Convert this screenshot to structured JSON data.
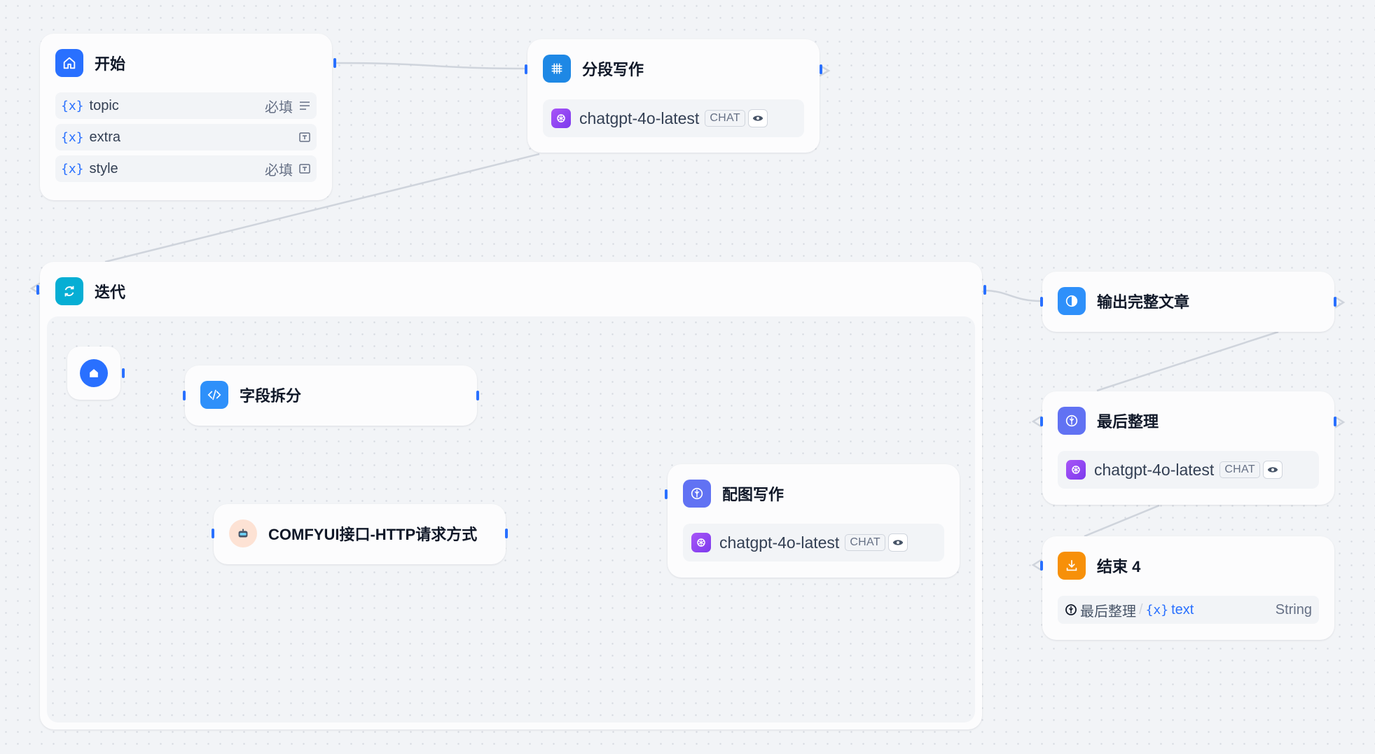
{
  "nodes": {
    "start": {
      "title": "开始",
      "vars": [
        {
          "name": "topic",
          "required": "必填"
        },
        {
          "name": "extra",
          "required": ""
        },
        {
          "name": "style",
          "required": "必填"
        }
      ]
    },
    "segment_write": {
      "title": "分段写作",
      "model": "chatgpt-4o-latest",
      "badge": "CHAT"
    },
    "iteration": {
      "title": "迭代"
    },
    "field_split": {
      "title": "字段拆分"
    },
    "comfyui": {
      "title": "COMFYUI接口-HTTP请求方式"
    },
    "image_write": {
      "title": "配图写作",
      "model": "chatgpt-4o-latest",
      "badge": "CHAT"
    },
    "output_article": {
      "title": "输出完整文章"
    },
    "final_arrange": {
      "title": "最后整理",
      "model": "chatgpt-4o-latest",
      "badge": "CHAT"
    },
    "end": {
      "title": "结束 4",
      "output": {
        "source": "最后整理",
        "separator": "/",
        "var": "text",
        "type": "String"
      }
    }
  },
  "var_prefix": "{x}",
  "colors": {
    "accent": "#2970ff",
    "start_icon": "#2970ff",
    "iteration_icon": "#06aed4",
    "llm_icon": "#1e88e5",
    "code_icon": "#2e90fa",
    "end_icon": "#f79009",
    "model_icon": "#9b51e0",
    "edge": "#d0d5dd"
  }
}
